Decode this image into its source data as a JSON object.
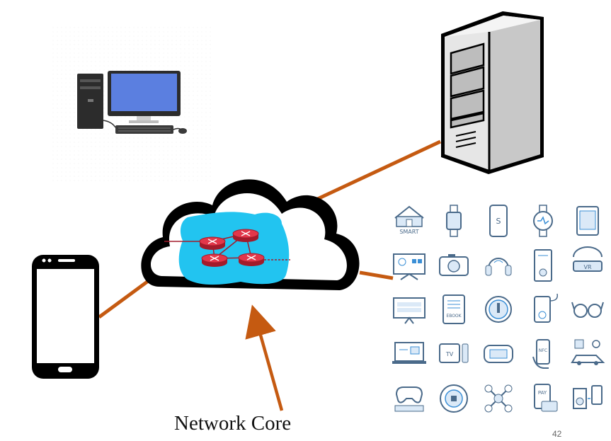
{
  "caption": "Network Core",
  "page_number": "42",
  "colors": {
    "link": "#c55a11",
    "arrow": "#c55a11",
    "cloud_outline": "#000000",
    "core_fill": "#22c4f0",
    "router_fill": "#e2374a",
    "icon_stroke": "#4a6a8a",
    "icon_accent": "#3b8fd6",
    "monitor_screen": "#5b7fe0",
    "server_body": "#e6e6e6"
  },
  "iot_grid": {
    "rows": [
      [
        "smart-home-icon",
        "smartwatch-icon",
        "smartphone-icon",
        "heart-rate-watch-icon",
        "tablet-icon"
      ],
      [
        "smart-display-icon",
        "camera-icon",
        "headset-icon",
        "smart-speaker-icon",
        "vr-headset-icon"
      ],
      [
        "smart-tv-icon",
        "ebook-reader-icon",
        "thermostat-icon",
        "music-player-icon",
        "smart-glasses-icon"
      ],
      [
        "laptop-icon",
        "tv-remote-icon",
        "game-controller-pad-icon",
        "nfc-phone-icon",
        "connected-car-icon"
      ],
      [
        "game-console-icon",
        "robot-vacuum-icon",
        "drone-icon",
        "mobile-pay-icon",
        "speaker-phone-icon"
      ]
    ],
    "labels": {
      "smart": "SMART",
      "ebook": "EBOOK",
      "tv": "TV",
      "vr": "VR",
      "nfc": "NFC",
      "pay": "PAY",
      "app": "S"
    }
  }
}
